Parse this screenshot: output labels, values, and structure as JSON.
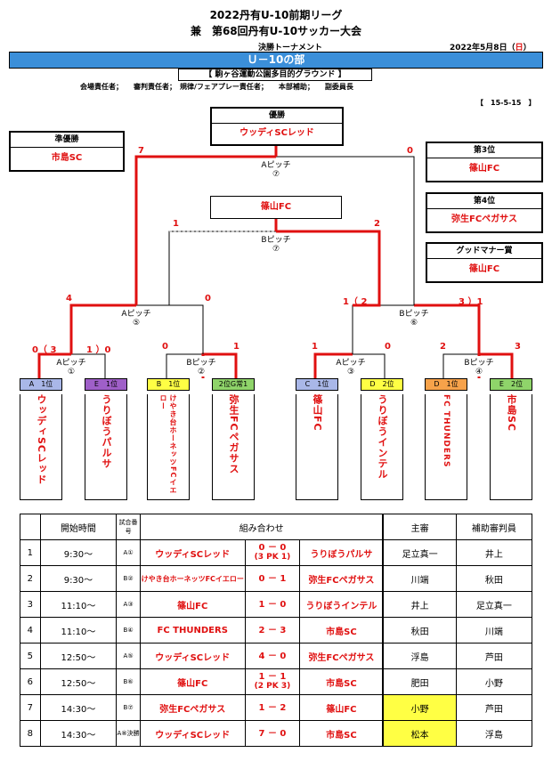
{
  "header": {
    "title1": "2022丹有U-10前期リーグ",
    "title2": "兼　第68回丹有U-10サッカー大会",
    "subtitle": "決勝トーナメント",
    "date": "2022年5月8日（",
    "day": "日",
    "date_close": "）",
    "division": "Ｕ－10の部",
    "ground": "【 駒ヶ谷運動公園多目的グラウンド 】",
    "officials": "会場責任者；　　審判責任者；　規律/フェアプレー責任者；　　本部補助；　　副委員長",
    "code": "【　15-5-15　】"
  },
  "awards": {
    "champion": {
      "label": "優勝",
      "team": "ウッディSCレッド"
    },
    "runner_up": {
      "label": "準優勝",
      "team": "市島SC"
    },
    "third": {
      "label": "第3位",
      "team": "篠山FC"
    },
    "fourth": {
      "label": "第4位",
      "team": "弥生FCペガサス"
    },
    "good_manner": {
      "label": "グッドマナー賞",
      "team": "篠山FC"
    }
  },
  "bracket": {
    "final": {
      "pitch": "Aピッチ",
      "num": "⑦",
      "left": "7",
      "right": "0"
    },
    "third_place": {
      "winner": "篠山FC",
      "pitch": "Bピッチ",
      "num": "⑦",
      "left": "1",
      "right": "2"
    },
    "semi_left": {
      "pitch": "Aピッチ",
      "num": "⑤",
      "left": "4",
      "right": "0"
    },
    "semi_right": {
      "pitch": "Bピッチ",
      "num": "⑥",
      "left": "1（ 2",
      "right": "3 ）1"
    },
    "q1": {
      "pitch": "Aピッチ",
      "num": "①",
      "left": "0（ 3",
      "right": "1 ）0"
    },
    "q2": {
      "pitch": "Bピッチ",
      "num": "②",
      "left": "0",
      "right": "1"
    },
    "q3": {
      "pitch": "Aピッチ",
      "num": "③",
      "left": "1",
      "right": "0"
    },
    "q4": {
      "pitch": "Bピッチ",
      "num": "④",
      "left": "2",
      "right": "3"
    },
    "teams": [
      {
        "head": "A　1位",
        "name": "ウッディSCレッド",
        "color": "#a9b7e8"
      },
      {
        "head": "E　1位",
        "name": "うりぼうパルサ",
        "color": "#9f5fc8"
      },
      {
        "head": "B　1位",
        "name": "けやき台ホーネッツFCイエロー",
        "color": "#ffff44"
      },
      {
        "head": "2位G常1",
        "name": "弥生FCペガサス",
        "color": "#8fd46a"
      },
      {
        "head": "C　1位",
        "name": "篠山FC",
        "color": "#a9b7e8"
      },
      {
        "head": "D　2位",
        "name": "うりぼうインテル",
        "color": "#ffff44"
      },
      {
        "head": "D　1位",
        "name": "FC THUNDERS",
        "color": "#f7a24a"
      },
      {
        "head": "E　2位",
        "name": "市島SC",
        "color": "#8fd46a"
      }
    ]
  },
  "schedule": {
    "headers": [
      "開始時間",
      "試合番号",
      "組み合わせ",
      "主審",
      "補助審判員"
    ],
    "rows": [
      {
        "no": "1",
        "time": "9:30～",
        "game": "A①",
        "home": "ウッディSCレッド",
        "score": "0 － 0",
        "pk": "(3 PK 1)",
        "away": "うりぼうパルサ",
        "ref": "足立真一",
        "assist": "井上",
        "ref_hl": false
      },
      {
        "no": "2",
        "time": "9:30～",
        "game": "B②",
        "home": "けやき台ホーネッツFCイエロー",
        "score": "0 － 1",
        "pk": "",
        "away": "弥生FCペガサス",
        "ref": "川端",
        "assist": "秋田",
        "ref_hl": false
      },
      {
        "no": "3",
        "time": "11:10～",
        "game": "A③",
        "home": "篠山FC",
        "score": "1 － 0",
        "pk": "",
        "away": "うりぼうインテル",
        "ref": "井上",
        "assist": "足立真一",
        "ref_hl": false
      },
      {
        "no": "4",
        "time": "11:10～",
        "game": "B④",
        "home": "FC THUNDERS",
        "score": "2 － 3",
        "pk": "",
        "away": "市島SC",
        "ref": "秋田",
        "assist": "川端",
        "ref_hl": false
      },
      {
        "no": "5",
        "time": "12:50～",
        "game": "A⑤",
        "home": "ウッディSCレッド",
        "score": "4 － 0",
        "pk": "",
        "away": "弥生FCペガサス",
        "ref": "浮島",
        "assist": "芦田",
        "ref_hl": false
      },
      {
        "no": "6",
        "time": "12:50～",
        "game": "B⑥",
        "home": "篠山FC",
        "score": "1 － 1",
        "pk": "(2 PK 3)",
        "away": "市島SC",
        "ref": "肥田",
        "assist": "小野",
        "ref_hl": false
      },
      {
        "no": "7",
        "time": "14:30～",
        "game": "B⑦",
        "home": "弥生FCペガサス",
        "score": "1 － 2",
        "pk": "",
        "away": "篠山FC",
        "ref": "小野",
        "assist": "芦田",
        "ref_hl": true
      },
      {
        "no": "8",
        "time": "14:30～",
        "game": "A⑧決勝",
        "home": "ウッディSCレッド",
        "score": "7 － 0",
        "pk": "",
        "away": "市島SC",
        "ref": "松本",
        "assist": "浮島",
        "ref_hl": true
      }
    ]
  }
}
